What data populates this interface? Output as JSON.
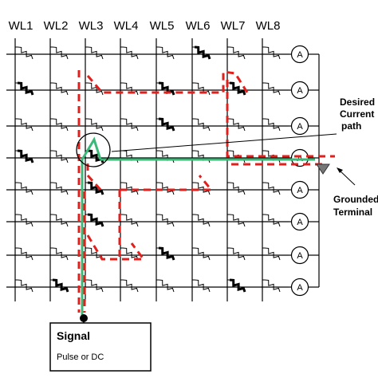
{
  "wordlines": [
    "WL1",
    "WL2",
    "WL3",
    "WL4",
    "WL5",
    "WL6",
    "WL7",
    "WL8"
  ],
  "ammeter_symbol": "A",
  "ammeter_count": 8,
  "annotations": {
    "desired_line1": "Desired",
    "desired_line2": "Current",
    "desired_line3": "path",
    "grounded_line1": "Grounded",
    "grounded_line2": "Terminal"
  },
  "signal": {
    "title": "Signal",
    "subtitle": "Pulse or DC"
  },
  "colors": {
    "line": "#000000",
    "desired_path": "#3cb878",
    "sneak_path": "#e0201c",
    "ground": "#777777"
  }
}
